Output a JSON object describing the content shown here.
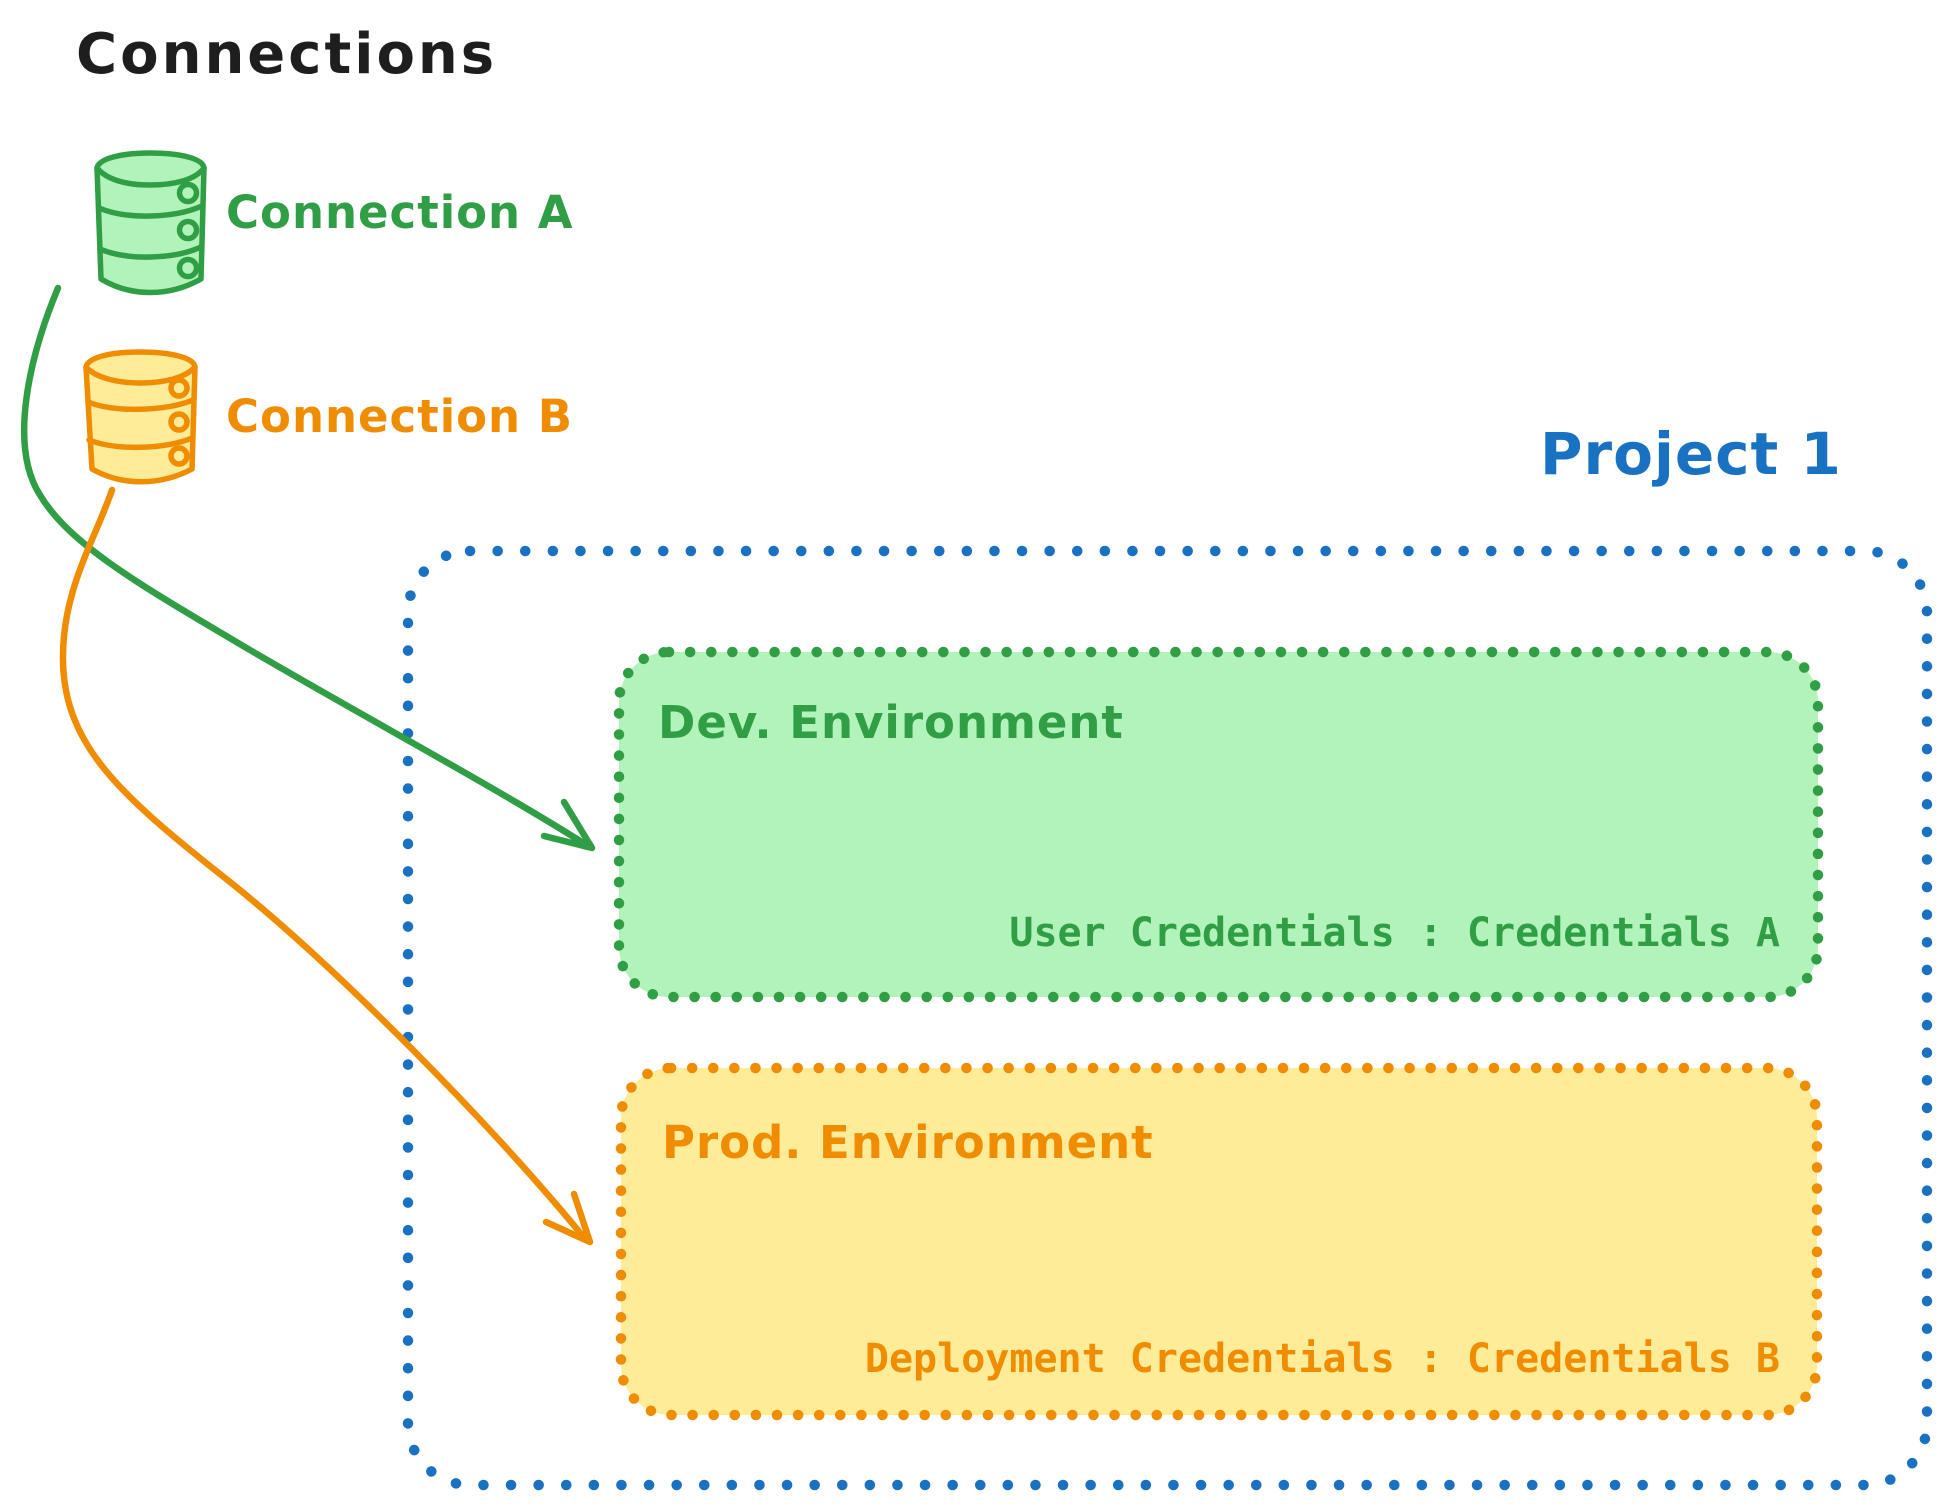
{
  "title": "Connections",
  "colors": {
    "green_stroke": "#2f9e44",
    "green_fill": "#b2f2bb",
    "orange_stroke": "#f08c00",
    "orange_fill": "#ffec99",
    "blue_stroke": "#1971c2",
    "title_text": "#1e1e1e"
  },
  "connections": [
    {
      "label": "Connection A",
      "color": "#2f9e44",
      "fill": "#b2f2bb"
    },
    {
      "label": "Connection B",
      "color": "#f08c00",
      "fill": "#ffec99"
    }
  ],
  "project": {
    "label": "Project 1",
    "border_color": "#1971c2",
    "environments": [
      {
        "name": "Dev. Environment",
        "credentials": "User Credentials : Credentials A",
        "stroke": "#2f9e44",
        "fill": "#b2f2bb"
      },
      {
        "name": "Prod. Environment",
        "credentials": "Deployment Credentials : Credentials B",
        "stroke": "#f08c00",
        "fill": "#ffec99"
      }
    ]
  },
  "arrows": [
    {
      "from": "Connection A",
      "to": "Dev. Environment",
      "color": "#2f9e44"
    },
    {
      "from": "Connection B",
      "to": "Prod. Environment",
      "color": "#f08c00"
    }
  ]
}
